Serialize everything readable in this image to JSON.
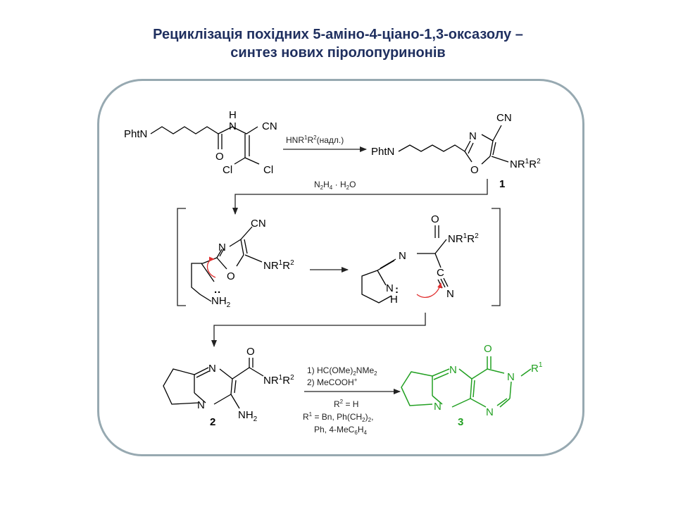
{
  "title": {
    "line1": "Рециклізація похідних 5-аміно-4-ціано-1,3-оксазолу –",
    "line2": "синтез нових піролопуринонів"
  },
  "colors": {
    "title": "#1f2f5f",
    "frame": "#97a9b1",
    "product": "#22a022",
    "electron_arrow": "#e03030"
  },
  "scheme": {
    "start": {
      "phtn": "PhtN",
      "h": "H",
      "n": "N",
      "cn": "CN",
      "o": "O",
      "cl1": "Cl",
      "cl2": "Cl"
    },
    "step1_reagent": {
      "prefix": "HNR",
      "sup1": "1",
      "mid": "R",
      "sup2": "2",
      "suffix": "(надл.)"
    },
    "cmp1": {
      "phtn": "PhtN",
      "n": "N",
      "o": "O",
      "cn": "CN",
      "nr": "NR",
      "sup1": "1",
      "r": "R",
      "sup2": "2",
      "label": "1"
    },
    "step2_reagent": {
      "n": "N",
      "sub2a": "2",
      "h": "H",
      "sub4": "4",
      "dot": "·",
      "h2": "H",
      "sub2b": "2",
      "o": "O"
    },
    "int1": {
      "n": "N",
      "o": "O",
      "cn": "CN",
      "nr": "NR",
      "sup1": "1",
      "r": "R",
      "sup2": "2",
      "colon": "··",
      "nh": "NH",
      "sub2": "2"
    },
    "int2": {
      "o": "O",
      "nr": "NR",
      "sup1": "1",
      "r": "R",
      "sup2": "2",
      "n": "N",
      "nring": "N",
      "colon": ":",
      "h": "H",
      "c": "C",
      "n2": "N"
    },
    "cmp2": {
      "n1": "N",
      "n2": "N",
      "o": "O",
      "nr": "NR",
      "sup1": "1",
      "r": "R",
      "sup2": "2",
      "nh": "NH",
      "sub2": "2",
      "label": "2"
    },
    "step3_conditions": {
      "l1_a": "1) HC(OMe)",
      "l1_sub": "2",
      "l1_b": "NMe",
      "l1_sub2": "2",
      "l2_a": "2) MeCOOH",
      "l2_sup": "+",
      "l3_a": "R",
      "l3_sup": "2",
      "l3_b": " = H",
      "l4_a": "R",
      "l4_sup": "1",
      "l4_b": " = Bn, Ph(CH",
      "l4_sub": "2",
      "l4_c": ")",
      "l4_sub2": "2",
      "l4_d": ",",
      "l5_a": "Ph, 4-MeC",
      "l5_sub": "6",
      "l5_b": "H",
      "l5_sub2": "4"
    },
    "cmp3": {
      "o": "O",
      "n1": "N",
      "n2": "N",
      "n3": "N",
      "n4": "N",
      "r": "R",
      "sup1": "1",
      "label": "3"
    }
  }
}
